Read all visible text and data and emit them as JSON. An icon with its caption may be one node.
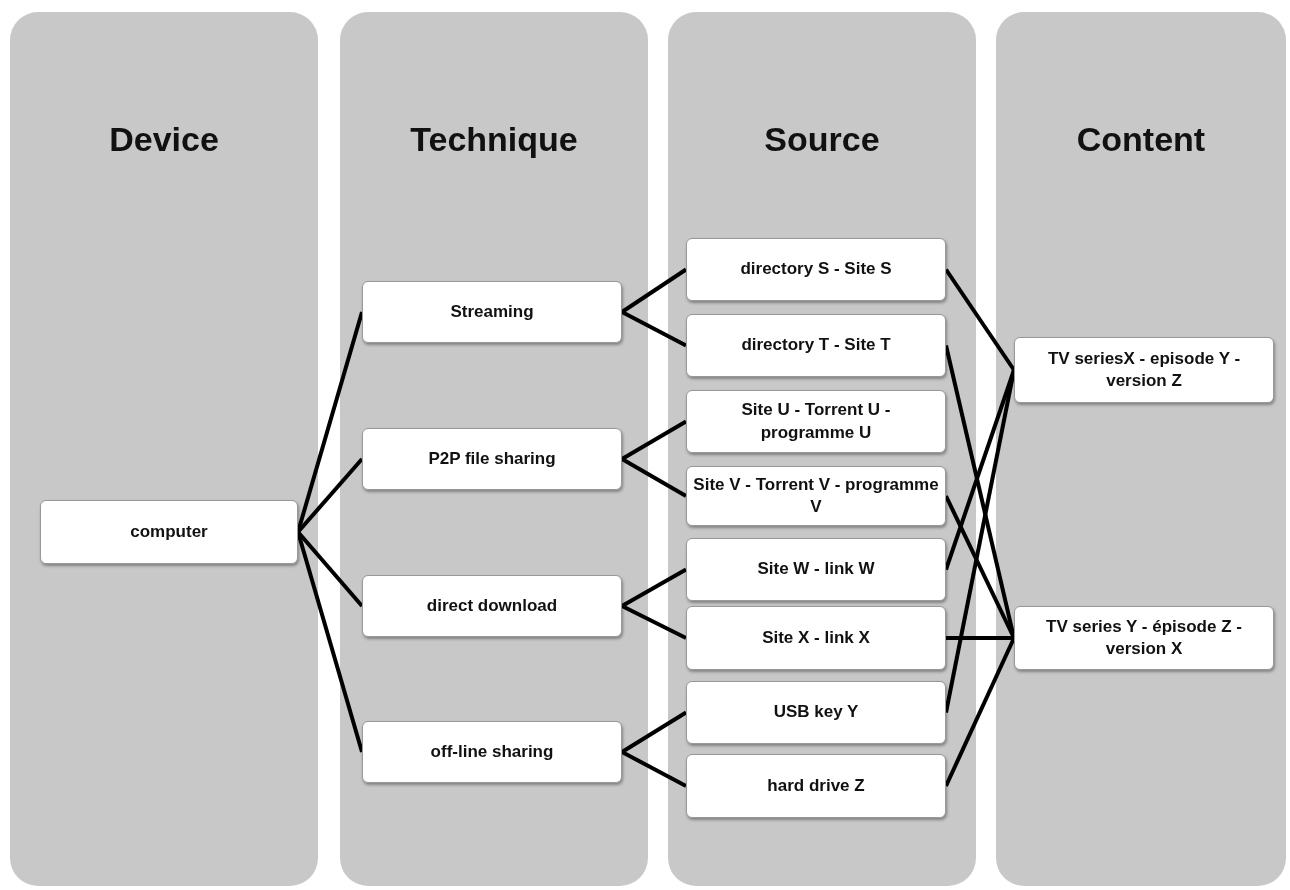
{
  "diagram": {
    "nodes": [
      {
        "text": [
          "Device"
        ]
      },
      {
        "text": [
          "Technique"
        ]
      },
      {
        "text": [
          "Source"
        ]
      },
      {
        "text": [
          "Content"
        ]
      },
      {
        "text": [
          "computer"
        ],
        "in": 0
      },
      {
        "text": [
          "Streaming"
        ],
        "in": 1
      },
      {
        "text": [
          "P2P file sharing"
        ],
        "in": 1
      },
      {
        "text": [
          "direct download"
        ],
        "in": 1
      },
      {
        "text": [
          "off-line sharing"
        ],
        "in": 1
      },
      {
        "text": [
          "directory S - Site S"
        ],
        "in": 2
      },
      {
        "text": [
          "directory T - Site T"
        ],
        "in": 2
      },
      {
        "text": [
          "Site U - Torrent U - programme U"
        ],
        "in": 2
      },
      {
        "text": [
          "Site V - Torrent V - programme V"
        ],
        "in": 2
      },
      {
        "text": [
          "Site W - link W"
        ],
        "in": 2
      },
      {
        "text": [
          "Site X - link X"
        ],
        "in": 2
      },
      {
        "text": [
          "USB key Y"
        ],
        "in": 2
      },
      {
        "text": [
          "hard drive Z"
        ],
        "in": 2
      },
      {
        "text": [
          "TV seriesX - episode Y - version Z"
        ],
        "in": 3
      },
      {
        "text": [
          "TV series Y - épisode Z - version X"
        ],
        "in": 3
      }
    ],
    "edges": [
      {
        "from": 4,
        "to": 5,
        "arrow": "none"
      },
      {
        "from": 4,
        "to": 6,
        "arrow": "none"
      },
      {
        "from": 4,
        "to": 7,
        "arrow": "none"
      },
      {
        "from": 4,
        "to": 8,
        "arrow": "none"
      },
      {
        "from": 5,
        "to": 9,
        "arrow": "none"
      },
      {
        "from": 5,
        "to": 10,
        "arrow": "none"
      },
      {
        "from": 6,
        "to": 11,
        "arrow": "none"
      },
      {
        "from": 6,
        "to": 12,
        "arrow": "none"
      },
      {
        "from": 7,
        "to": 13,
        "arrow": "none"
      },
      {
        "from": 7,
        "to": 14,
        "arrow": "none"
      },
      {
        "from": 8,
        "to": 15,
        "arrow": "none"
      },
      {
        "from": 8,
        "to": 16,
        "arrow": "none"
      },
      {
        "from": 9,
        "to": 17,
        "arrow": "none"
      },
      {
        "from": 10,
        "to": 18,
        "arrow": "none"
      },
      {
        "from": 12,
        "to": 18,
        "arrow": "none"
      },
      {
        "from": 13,
        "to": 17,
        "arrow": "none"
      },
      {
        "from": 14,
        "to": 18,
        "arrow": "none"
      },
      {
        "from": 15,
        "to": 17,
        "arrow": "none"
      },
      {
        "from": 16,
        "to": 18,
        "arrow": "none"
      }
    ]
  }
}
